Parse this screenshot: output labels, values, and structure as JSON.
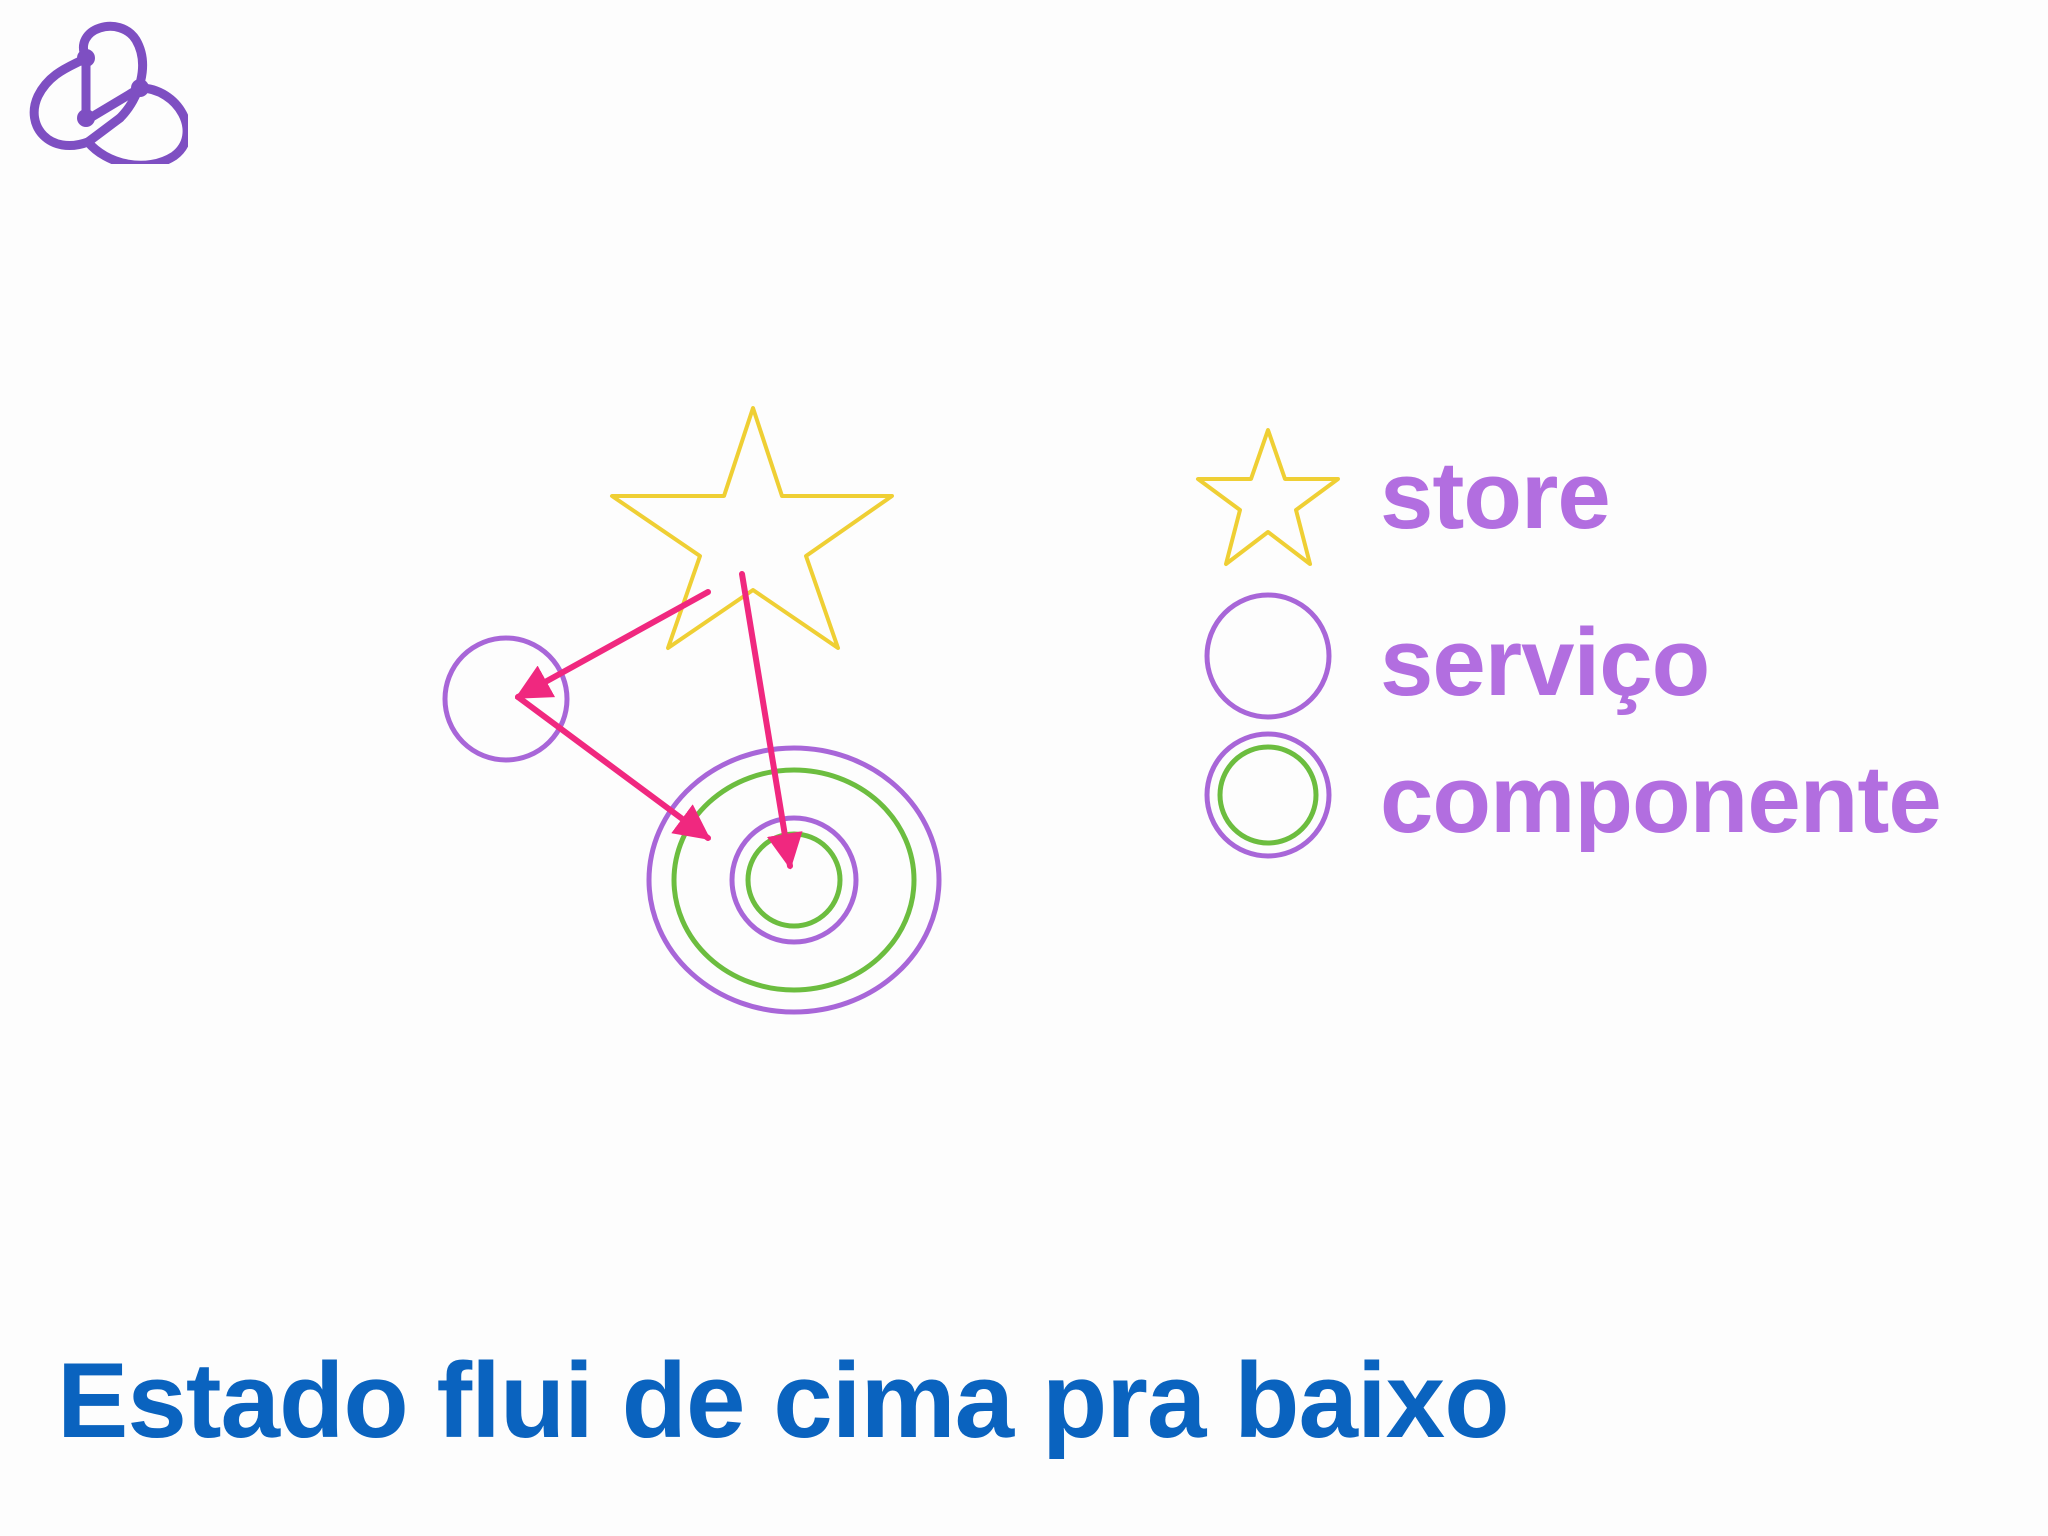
{
  "colors": {
    "background": "#fdfdfd",
    "logo": "#7e4fc2",
    "star": "#efcf34",
    "service": "#a866d8",
    "component_inner": "#6cbd3f",
    "arrow": "#f0287f",
    "legend_text": "#b26ee0",
    "title_text": "#0a63bf"
  },
  "logo": {
    "icon": "redux-logo-icon"
  },
  "diagram": {
    "nodes": [
      {
        "id": "store",
        "shape": "star"
      },
      {
        "id": "service",
        "shape": "circle"
      },
      {
        "id": "component-parent",
        "shape": "double-circle"
      },
      {
        "id": "component-child",
        "shape": "double-circle"
      }
    ],
    "arrows": [
      {
        "from": "store",
        "to": "service"
      },
      {
        "from": "service",
        "to": "component-parent"
      },
      {
        "from": "store",
        "to": "component-child"
      }
    ]
  },
  "legend": [
    {
      "icon": "star-icon",
      "label": "store"
    },
    {
      "icon": "circle-icon",
      "label": "serviço"
    },
    {
      "icon": "double-circle-icon",
      "label": "componente"
    }
  ],
  "title": "Estado flui de cima pra baixo"
}
